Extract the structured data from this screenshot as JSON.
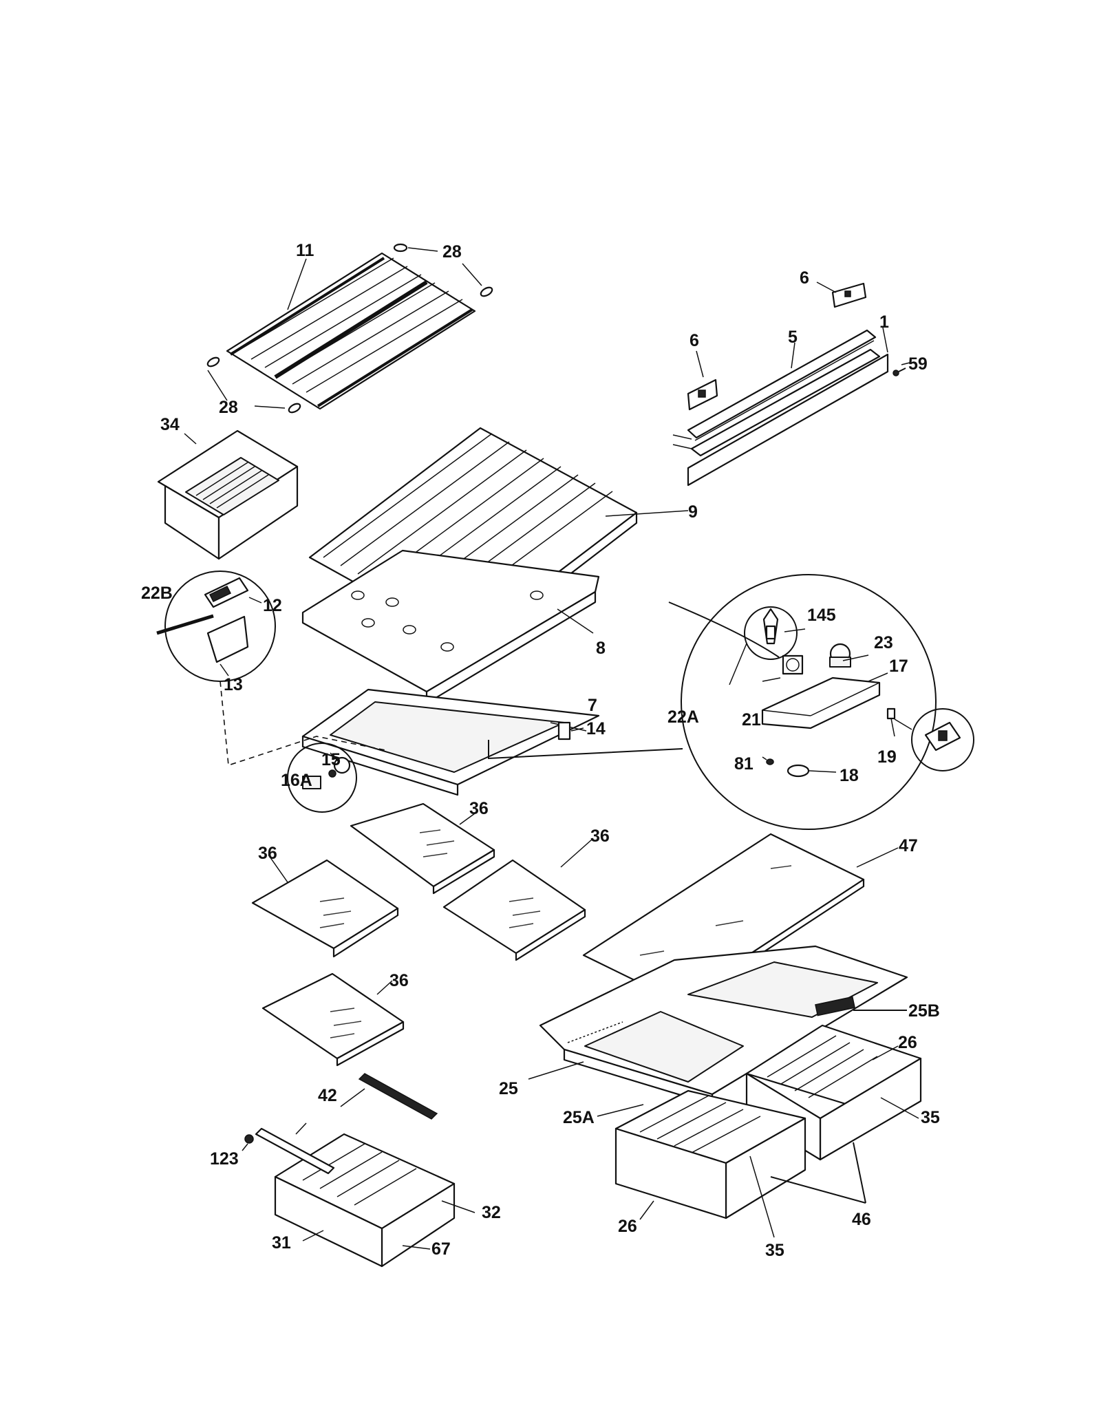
{
  "labels": {
    "p1": "1",
    "p5": "5",
    "p6a": "6",
    "p6b": "6",
    "p59": "59",
    "p11": "11",
    "p28a": "28",
    "p28b": "28",
    "p34": "34",
    "p9": "9",
    "p22b": "22B",
    "p12": "12",
    "p13": "13",
    "p8": "8",
    "p7": "7",
    "p14": "14",
    "p15": "15",
    "p16a": "16A",
    "p145": "145",
    "p23": "23",
    "p17": "17",
    "p22a": "22A",
    "p21": "21",
    "p19": "19",
    "p81": "81",
    "p18": "18",
    "p36a": "36",
    "p36b": "36",
    "p36c": "36",
    "p36d": "36",
    "p47": "47",
    "p25b": "25B",
    "p26a": "26",
    "p25": "25",
    "p35a": "35",
    "p25a": "25A",
    "p42": "42",
    "p123": "123",
    "p32": "32",
    "p31": "31",
    "p67": "67",
    "p26b": "26",
    "p46": "46",
    "p35b": "35"
  }
}
